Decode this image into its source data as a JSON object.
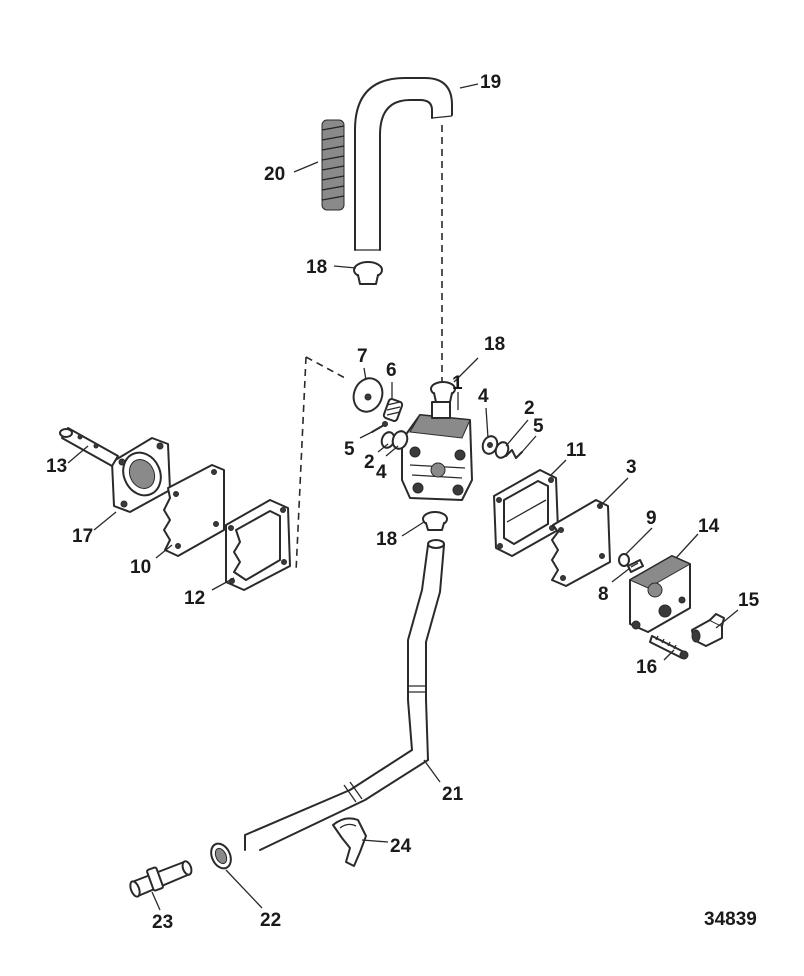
{
  "diagram": {
    "drawing_number": "34839",
    "callouts": [
      {
        "id": "c1",
        "text": "1"
      },
      {
        "id": "c2a",
        "text": "2"
      },
      {
        "id": "c2b",
        "text": "2"
      },
      {
        "id": "c3",
        "text": "3"
      },
      {
        "id": "c4a",
        "text": "4"
      },
      {
        "id": "c4b",
        "text": "4"
      },
      {
        "id": "c5a",
        "text": "5"
      },
      {
        "id": "c5b",
        "text": "5"
      },
      {
        "id": "c6",
        "text": "6"
      },
      {
        "id": "c7",
        "text": "7"
      },
      {
        "id": "c8",
        "text": "8"
      },
      {
        "id": "c9",
        "text": "9"
      },
      {
        "id": "c10",
        "text": "10"
      },
      {
        "id": "c11",
        "text": "11"
      },
      {
        "id": "c12",
        "text": "12"
      },
      {
        "id": "c13",
        "text": "13"
      },
      {
        "id": "c14",
        "text": "14"
      },
      {
        "id": "c15",
        "text": "15"
      },
      {
        "id": "c16",
        "text": "16"
      },
      {
        "id": "c17",
        "text": "17"
      },
      {
        "id": "c18a",
        "text": "18"
      },
      {
        "id": "c18b",
        "text": "18"
      },
      {
        "id": "c18c",
        "text": "18"
      },
      {
        "id": "c19",
        "text": "19"
      },
      {
        "id": "c20",
        "text": "20"
      },
      {
        "id": "c21",
        "text": "21"
      },
      {
        "id": "c22",
        "text": "22"
      },
      {
        "id": "c23",
        "text": "23"
      },
      {
        "id": "c24",
        "text": "24"
      }
    ]
  }
}
